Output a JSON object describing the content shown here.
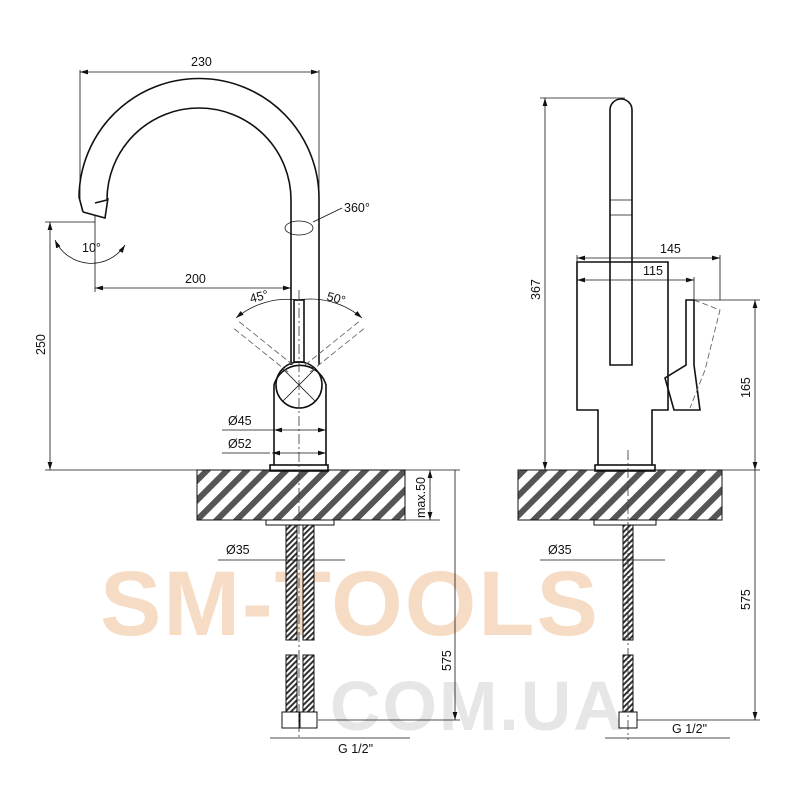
{
  "watermark": {
    "line1": "SM-TOOLS",
    "line2": "COM.UA"
  },
  "front_view": {
    "width": "230",
    "rotation": "360°",
    "spout_tilt": "10°",
    "reach": "200",
    "lever_left": "45°",
    "lever_right": "50°",
    "height": "250",
    "body_diameter": "Ø45",
    "flange_diameter": "Ø52",
    "hole_diameter": "Ø35",
    "max_thickness": "max.50",
    "hose_length": "575",
    "thread": "G 1/2\""
  },
  "side_view": {
    "height": "367",
    "depth_outer": "145",
    "depth_inner": "115",
    "lever_height": "165",
    "hole_diameter": "Ø35",
    "hose_length": "575",
    "thread": "G 1/2\""
  }
}
